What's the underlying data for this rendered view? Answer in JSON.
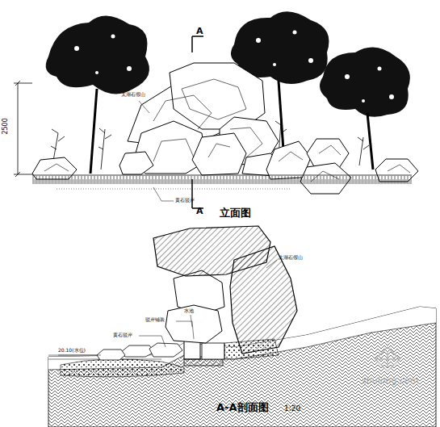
{
  "diagram": {
    "labels": [
      "A",
      "A",
      "2500",
      "太湖石假山",
      "黄石驳岸",
      "立面图",
      "太湖石假山",
      "水池",
      "驳岸铺装",
      "黄石驳岸",
      "20.10(水位)",
      "A-A剖面图",
      "1:20",
      "zhulong.com"
    ]
  }
}
